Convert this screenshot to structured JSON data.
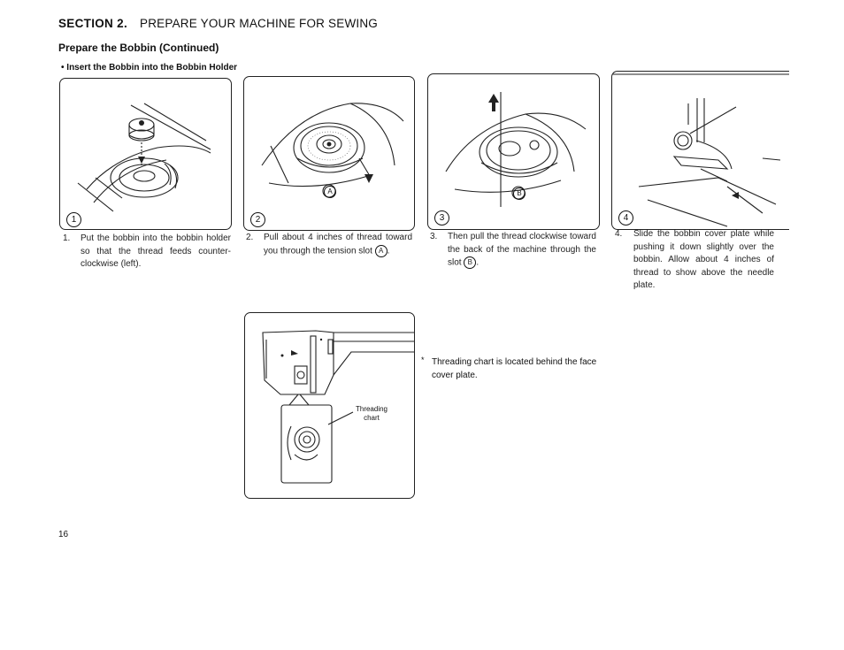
{
  "header": {
    "section_number": "SECTION  2.",
    "section_name": "PREPARE YOUR MACHINE FOR SEWING"
  },
  "subheading": "Prepare the Bobbin (Continued)",
  "bullet": {
    "marker": "•",
    "text": "Insert the Bobbin into the Bobbin Holder"
  },
  "steps": [
    {
      "number": "1",
      "marker": "1.",
      "text": "Put the bobbin into the bobbin holder so that the thread feeds counter-clockwise (left)."
    },
    {
      "number": "2",
      "marker": "2.",
      "text_before": "Pull about 4 inches of thread toward you through the tension slot",
      "label": "A",
      "text_after": "."
    },
    {
      "number": "3",
      "marker": "3.",
      "text_before": "Then pull the thread clockwise toward the back of the machine through the slot",
      "label": "B",
      "text_after": "."
    },
    {
      "number": "4",
      "marker": "4.",
      "text": "Slide the bobbin cover plate while pushing it down slightly over the bobbin. Allow about 4 inches of thread to show above the needle plate."
    }
  ],
  "figure_labels": {
    "a": "A",
    "b": "B"
  },
  "note": {
    "marker": "*",
    "text": "Threading chart is located behind the face cover plate."
  },
  "threading_chart_label": "Threading chart",
  "page_number": "16"
}
